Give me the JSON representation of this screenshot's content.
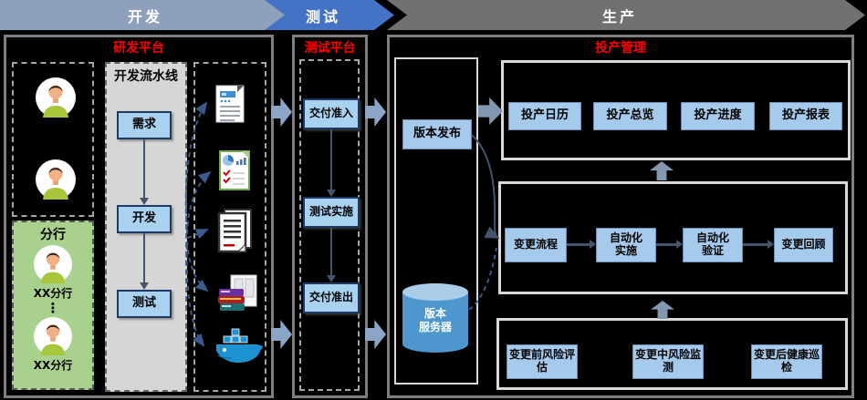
{
  "banner": {
    "stages": [
      {
        "label": "开发"
      },
      {
        "label": "测试"
      },
      {
        "label": "生产"
      }
    ]
  },
  "dev_panel": {
    "title": "研发平台",
    "pipeline": {
      "title": "开发流水线",
      "steps": [
        "需求",
        "开发",
        "测试"
      ]
    },
    "branch": {
      "title": "分行",
      "item1": "XX分行",
      "ellipsis": "⋮",
      "item2": "XX分行"
    },
    "artifact_icons": [
      "document-icon",
      "report-icon",
      "text-document-icon",
      "archive-icon",
      "docker-icon"
    ]
  },
  "test_panel": {
    "title": "测试平台",
    "steps": [
      "交付准入",
      "测试实施",
      "交付准出"
    ]
  },
  "prod_panel": {
    "title": "投产管理",
    "release_label": "版本发布",
    "server_label": "版本\n服务器",
    "ops_boxes": [
      "投产日历",
      "投产总览",
      "投产进度",
      "投产报表"
    ],
    "change_boxes": [
      "变更流程",
      "自动化\n实施",
      "自动化\n验证",
      "变更回顾"
    ],
    "risk_boxes": [
      "变更前风险评\n估",
      "变更中风险监\n测",
      "变更后健康巡\n检"
    ]
  },
  "colors": {
    "banner_dev": "#8EA0BC",
    "banner_test": "#4472C4",
    "banner_prod": "#737070",
    "panel_border": "#7F7F7F",
    "title_red": "#FF0000",
    "box_fill": "#A9D2F0",
    "box_border": "#1F3864",
    "flat_box_fill": "#A6CAEC",
    "pipeline_gray": "#D6D6D6",
    "branch_green": "#A9D18E",
    "block_arrow": "#8CA5C6",
    "gray_arrow": "#8497B0",
    "connector": "#44546A",
    "dashed_connector": "#3A5A8C",
    "cylinder_blue": "#4E96CE"
  }
}
